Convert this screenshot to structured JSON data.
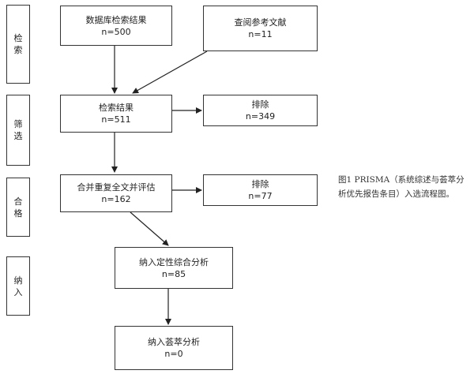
{
  "stages": [
    "检索",
    "筛选",
    "合格",
    "纳入"
  ],
  "boxes": {
    "db_search": {
      "title": "数据库检索结果",
      "count": "n=500"
    },
    "ref_review": {
      "title": "查阅参考文献",
      "count": "n=11"
    },
    "search_result": {
      "title": "检索结果",
      "count": "n=511"
    },
    "excluded_1": {
      "title": "排除",
      "count": "n=349"
    },
    "full_text": {
      "title": "合并重复全文并评估",
      "count": "n=162"
    },
    "excluded_2": {
      "title": "排除",
      "count": "n=77"
    },
    "qualitative": {
      "title": "纳入定性综合分析",
      "count": "n=85"
    },
    "meta": {
      "title": "纳入荟萃分析",
      "count": "n=0"
    }
  },
  "caption": "图1 PRISMA（系统综述与荟萃分析优先报告条目）入选流程图。"
}
